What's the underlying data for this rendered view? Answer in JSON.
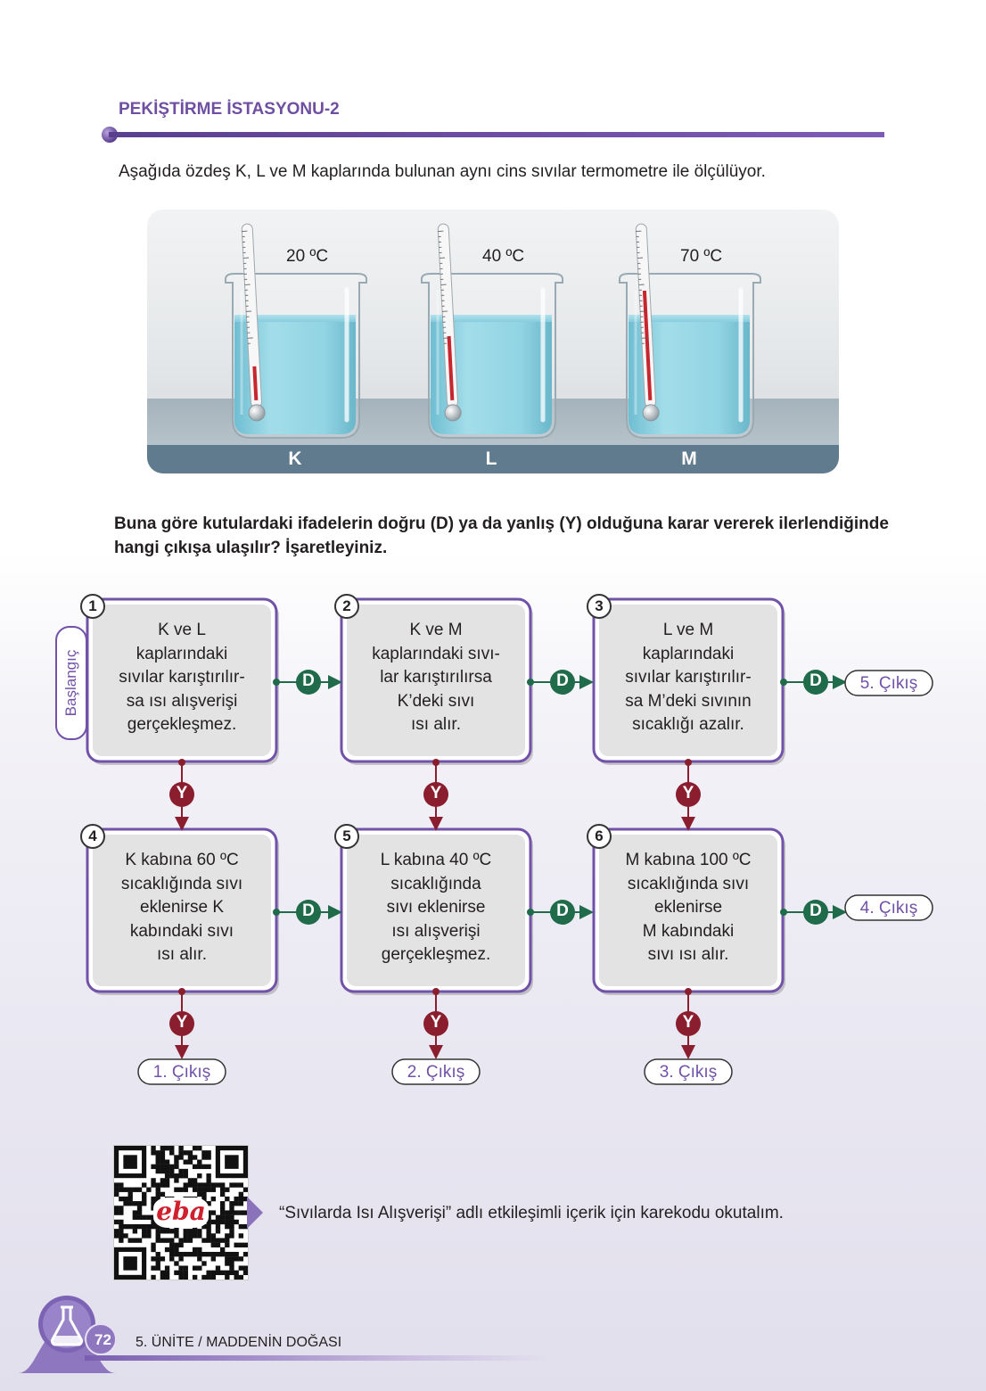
{
  "header": {
    "title": "PEKİŞTİRME İSTASYONU-2"
  },
  "intro": "Aşağıda özdeş K, L ve M kaplarında bulunan aynı cins sıvılar termometre ile ölçülüyor.",
  "beakers": [
    {
      "label": "K",
      "temp": "20 ºC",
      "fill": 0.2
    },
    {
      "label": "L",
      "temp": "40 ºC",
      "fill": 0.4
    },
    {
      "label": "M",
      "temp": "70 ºC",
      "fill": 0.7
    }
  ],
  "question": "Buna göre kutulardaki ifadelerin doğru (D) ya da yanlış (Y) olduğuna karar vererek ilerlendiğinde hangi çıkışa ulaşılır? İşaretleyiniz.",
  "start_label": "Başlangıç",
  "true_label": "D",
  "false_label": "Y",
  "boxes": [
    {
      "num": "1",
      "lines": [
        "K ve L",
        "kaplarındaki",
        "sıvılar karıştırılır-",
        "sa ısı alışverişi",
        "gerçekleşmez."
      ]
    },
    {
      "num": "2",
      "lines": [
        "K ve M",
        "kaplarındaki sıvı-",
        "lar karıştırılırsa",
        "K’deki sıvı",
        "ısı alır."
      ]
    },
    {
      "num": "3",
      "lines": [
        "L ve M",
        "kaplarındaki",
        "sıvılar karıştırılır-",
        "sa M’deki sıvının",
        "sıcaklığı azalır."
      ]
    },
    {
      "num": "4",
      "lines": [
        "K kabına 60 ºC",
        "sıcaklığında sıvı",
        "eklenirse K",
        "kabındaki sıvı",
        "ısı alır."
      ]
    },
    {
      "num": "5",
      "lines": [
        "L kabına 40 ºC",
        "sıcaklığında",
        "sıvı eklenirse",
        "ısı alışverişi",
        "gerçekleşmez."
      ]
    },
    {
      "num": "6",
      "lines": [
        "M kabına 100 ºC",
        "sıcaklığında sıvı",
        "eklenirse",
        "M kabındaki",
        "sıvı ısı alır."
      ]
    }
  ],
  "exits": {
    "row1_end": "5. Çıkış",
    "row2_end": "4. Çıkış",
    "bottom": [
      "1. Çıkış",
      "2. Çıkış",
      "3. Çıkış"
    ]
  },
  "qr": {
    "logo_text": "eba",
    "caption": "“Sıvılarda Isı Alışverişi” adlı etkileşimli içerik için karekodu okutalım."
  },
  "footer": {
    "page": "72",
    "unit": "5. ÜNİTE / MADDENİN DOĞASI"
  },
  "colors": {
    "purple": "#7152a8",
    "true_green": "#1f6b4a",
    "false_red": "#8b1e2e",
    "liquid": "#6fc4d8",
    "box_fill": "#e3e3e4"
  }
}
